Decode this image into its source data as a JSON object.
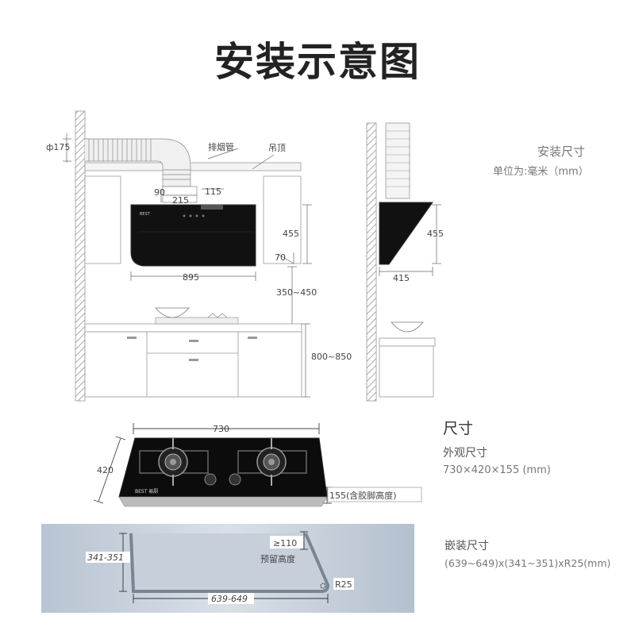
{
  "title": "安装示意图",
  "hood": {
    "legend_title": "安装尺寸",
    "legend_unit": "单位为:毫米（mm）",
    "label_exhaust": "排烟管",
    "label_ceiling": "吊顶",
    "dim_pipe": "ф175",
    "dim_90": "90",
    "dim_215": "215",
    "dim_115": "115",
    "dim_455_front": "455",
    "dim_70": "70",
    "dim_895": "895",
    "dim_350_450": "350~450",
    "dim_800_850": "800~850",
    "dim_455_side": "455",
    "dim_415": "415"
  },
  "stove": {
    "heading": "尺寸",
    "outer_label": "外观尺寸",
    "outer_value": "730×420×155 (mm)",
    "dim_730": "730",
    "dim_420": "420",
    "dim_155": "155(含胶脚高度)",
    "logo": "BEST 易厨"
  },
  "cutout": {
    "label": "嵌装尺寸",
    "value": "(639~649)x(341~351)xR25(mm)",
    "dim_341": "341-351",
    "dim_639": "639-649",
    "dim_110": "≥110",
    "reserve": "预留高度",
    "dim_r25": "R25"
  }
}
